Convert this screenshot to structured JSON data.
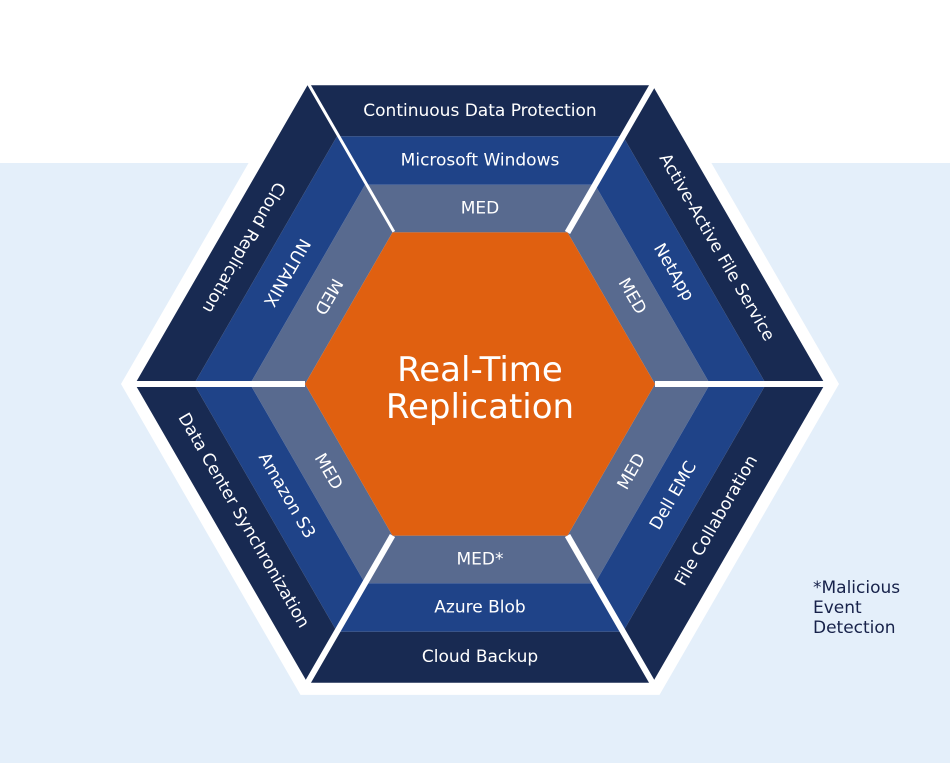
{
  "colors": {
    "band_background": "#e4effa",
    "outer_ring": "#182a52",
    "middle_ring": "#1f4388",
    "inner_ring": "#586a8f",
    "center": "#e06010",
    "label": "#ffffff"
  },
  "center": {
    "line1": "Real-Time",
    "line2": "Replication"
  },
  "segments": [
    {
      "outer": "Continuous Data Protection",
      "middle": "Microsoft Windows",
      "inner": "MED"
    },
    {
      "outer": "Active-Active File Service",
      "middle": "NetApp",
      "inner": "MED"
    },
    {
      "outer": "File Collaboration",
      "middle": "Dell EMC",
      "inner": "MED"
    },
    {
      "outer": "Cloud Backup",
      "middle": "Azure Blob",
      "inner": "MED*"
    },
    {
      "outer": "Data Center Synchronization",
      "middle": "Amazon S3",
      "inner": "MED"
    },
    {
      "outer": "Cloud Replication",
      "middle": "NUTANIX",
      "inner": "MED"
    }
  ],
  "footnote": {
    "line1": "*Malicious",
    "line2": "Event",
    "line3": "Detection"
  }
}
